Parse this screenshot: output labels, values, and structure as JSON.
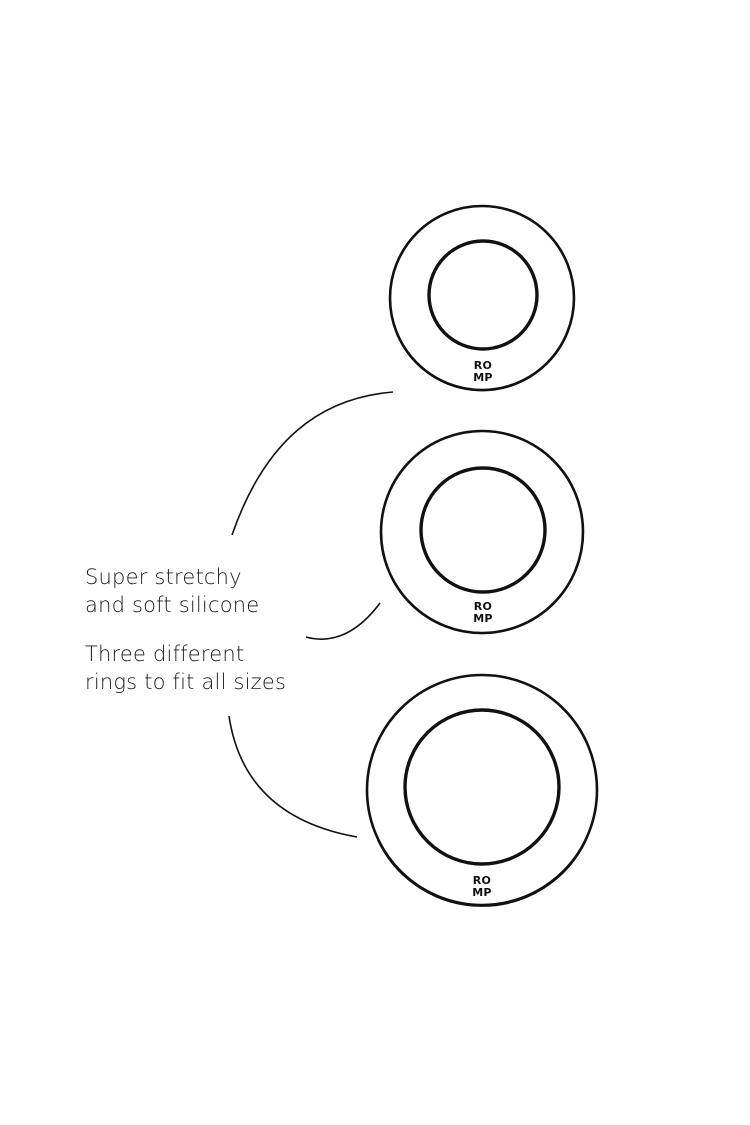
{
  "captions": [
    {
      "lines": [
        "Super stretchy",
        "and soft silicone"
      ]
    },
    {
      "lines": [
        "Three different",
        "rings to fit all sizes"
      ]
    }
  ],
  "rings": [
    {
      "size": "small",
      "logo_lines": [
        "RO",
        "MP"
      ]
    },
    {
      "size": "medium",
      "logo_lines": [
        "RO",
        "MP"
      ]
    },
    {
      "size": "large",
      "logo_lines": [
        "RO",
        "MP"
      ]
    }
  ],
  "colors": {
    "background": "#ffffff",
    "line": "#111111"
  }
}
